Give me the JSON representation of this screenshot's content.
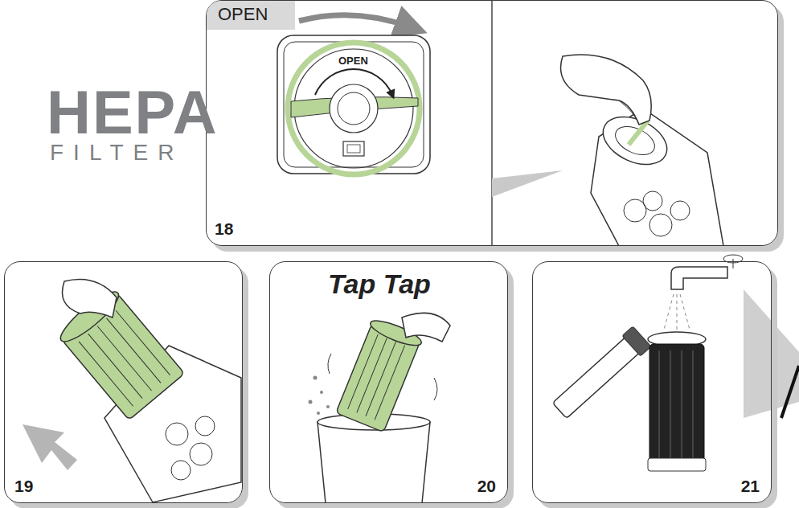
{
  "diagram": {
    "nodes": [
      {
        "text": [
          "OPEN",
          "18"
        ]
      },
      {
        "text": [
          "19"
        ]
      },
      {
        "text": [
          "Tap Tap",
          "20"
        ]
      },
      {
        "text": [
          "21"
        ]
      }
    ],
    "labels": [
      "HEPA",
      "FILTER",
      "OPEN"
    ]
  }
}
